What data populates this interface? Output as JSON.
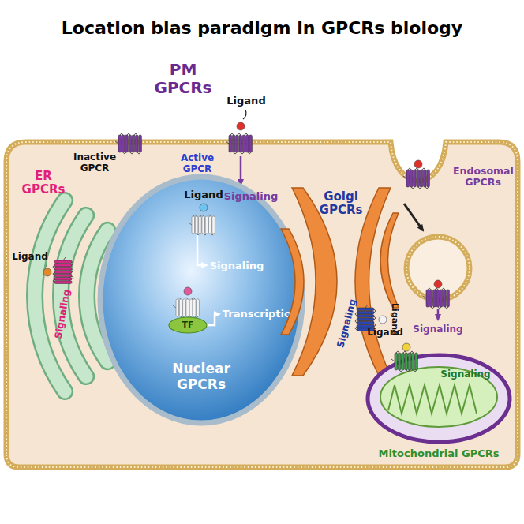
{
  "diagram": {
    "title": "Location bias paradigm in GPCRs biology",
    "nodes": [
      {
        "text": [
          "ER GPCRs",
          "Signaling"
        ]
      },
      {
        "text": [
          "Nuclear GPCRs",
          "Ligand",
          "Signaling",
          "Transcription"
        ]
      },
      {
        "text": [
          "TF"
        ],
        "in": 1
      },
      {
        "text": [
          "Golgi GPCRs",
          "Signaling",
          "Ligand"
        ]
      },
      {
        "text": [
          "Mitochondrial GPCRs",
          "Signaling"
        ]
      }
    ],
    "labels": [
      "PM GPCRs",
      "Ligand",
      "Inactive GPCR",
      "Active GPCR",
      "Signaling",
      "Endosomal GPCRs",
      "Signaling",
      "Ligand",
      "Ligand"
    ]
  }
}
